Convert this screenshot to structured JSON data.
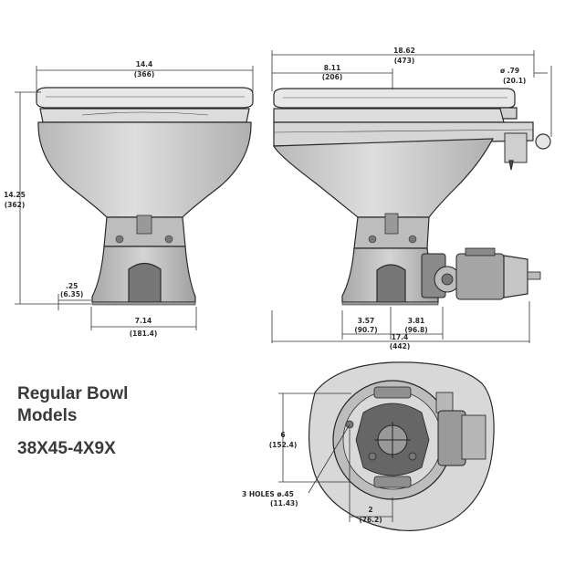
{
  "title": {
    "line1": "Regular Bowl",
    "line2": "Models",
    "model": "38X45-4X9X"
  },
  "front_view": {
    "width_in": "14.4",
    "width_mm": "(366)",
    "height_in": "14.25",
    "height_mm": "(362)",
    "base_in": "7.14",
    "base_mm": "(181.4)",
    "foot_in": ".25",
    "foot_mm": "(6.35)"
  },
  "side_view": {
    "overall_in": "18.62",
    "overall_mm": "(473)",
    "seat_in": "8.11",
    "seat_mm": "(206)",
    "hole_in": "ø .79",
    "hole_mm": "(20.1)",
    "left_in": "3.57",
    "left_mm": "(90.7)",
    "right_in": "3.81",
    "right_mm": "(96.8)",
    "base_in": "17.4",
    "base_mm": "(442)"
  },
  "bottom_view": {
    "height_in": "6",
    "height_mm": "(152.4)",
    "holes_label": "3 HOLES ø.45",
    "holes_mm": "(11.43)",
    "offset_in": "2",
    "offset_mm": "(76.2)"
  },
  "colors": {
    "bowl_fill": "#c9c9c9",
    "lid_fill": "#e6e6e6",
    "dark_part": "#8a8a8a",
    "line": "#2b2b2b"
  }
}
